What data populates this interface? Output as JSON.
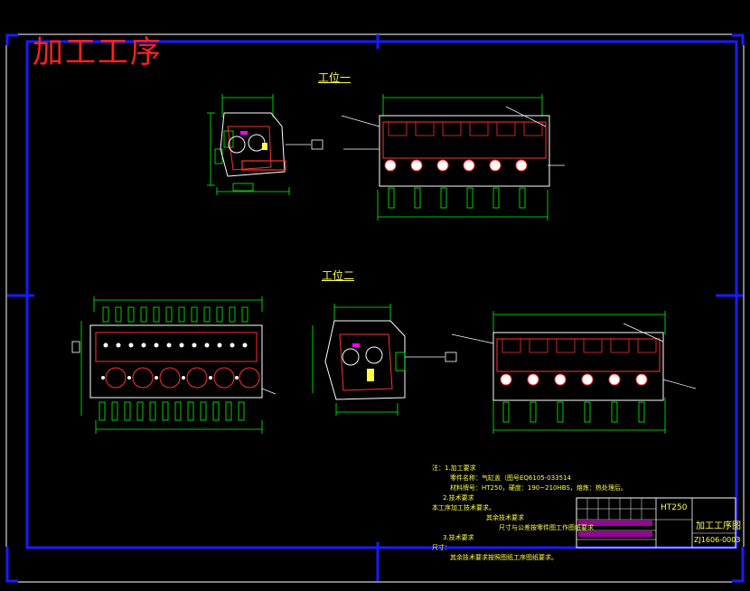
{
  "drawing": {
    "title": "加工工序",
    "station_one": "工位一",
    "station_two": "工位二"
  },
  "notes": {
    "heading": "注：1.加工要求",
    "line1": "零件名称：气缸盖（图号EQ6105-033514",
    "line2": "材料牌号：HT250，硬度：190~210HBS，熔炼：热处理后。",
    "item2": "2.技术要求",
    "line3": "本工序加工技术要求。",
    "line4": "其余技术要求",
    "line5": "尺寸与公差按零件图工作图纸要求",
    "item3": "3.技术要求",
    "line6": "尺寸：",
    "line7": "其余技术要求按照图纸工序图纸要求。"
  },
  "title_block": {
    "material": "HT250",
    "name": "加工工序图",
    "drawing_no": "ZJ1606-0003"
  },
  "colors": {
    "background": "#000000",
    "frame": "#1010ff",
    "line": "#ffffff",
    "dimension": "#00ff00",
    "part": "#ff3030",
    "text": "#ffff40",
    "accent": "#ff00ff"
  }
}
